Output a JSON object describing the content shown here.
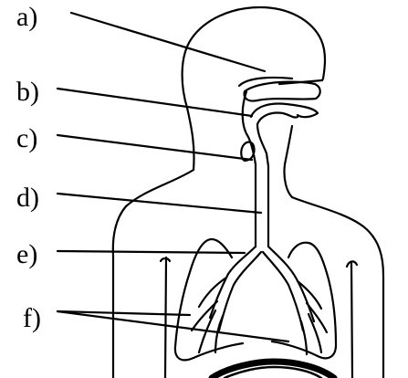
{
  "labels": {
    "a": "a)",
    "b": "b)",
    "c": "c)",
    "d": "d)",
    "e": "e)",
    "f": "f)"
  },
  "colors": {
    "ink": "#000000",
    "background": "#ffffff"
  }
}
